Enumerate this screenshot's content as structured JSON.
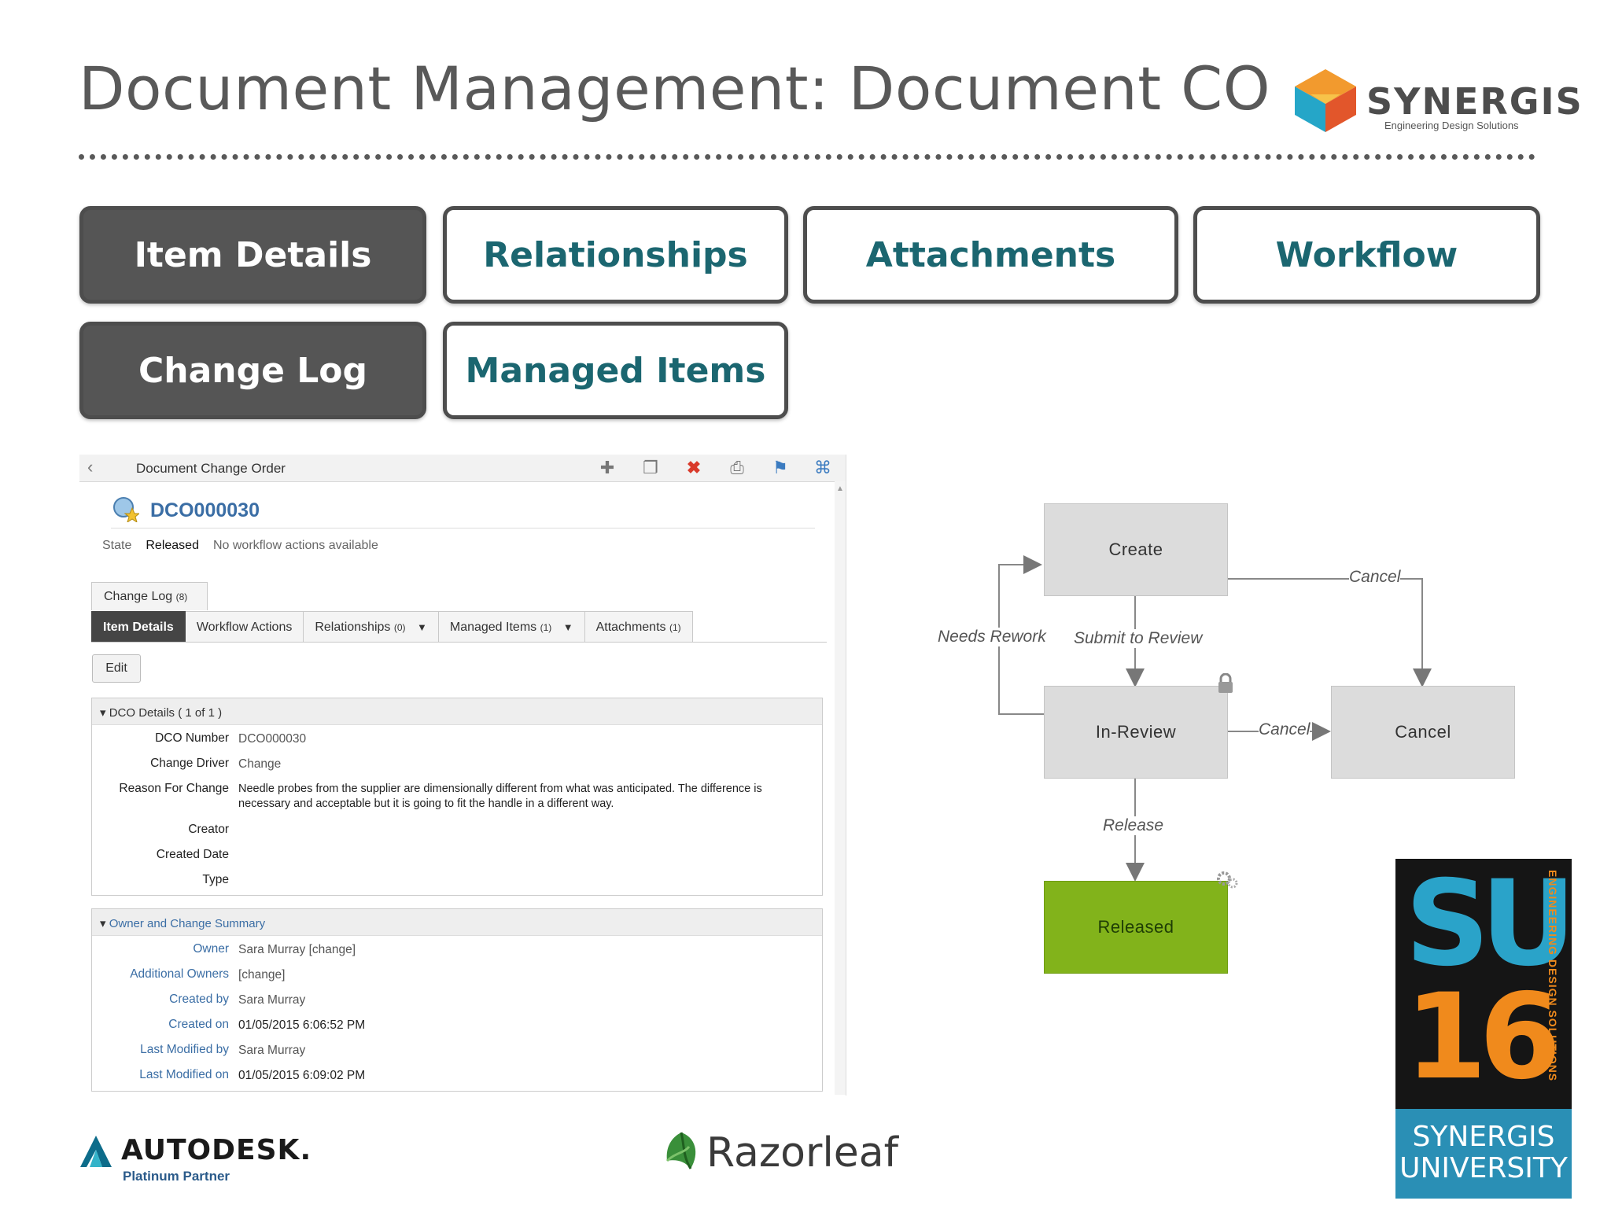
{
  "slide": {
    "title": "Document Management: Document CO",
    "brand": {
      "name": "SYNERGIS",
      "tagline": "Engineering Design Solutions"
    }
  },
  "section_buttons": [
    {
      "label": "Item Details",
      "active": true
    },
    {
      "label": "Relationships",
      "active": false
    },
    {
      "label": "Attachments",
      "active": false
    },
    {
      "label": "Workflow",
      "active": false
    },
    {
      "label": "Change Log",
      "active": true
    },
    {
      "label": "Managed Items",
      "active": false
    }
  ],
  "panel": {
    "toolbar_title": "Document Change Order",
    "toolbar_icons": [
      "add-icon",
      "copy-icon",
      "delete-icon",
      "print-icon",
      "pin-icon",
      "expand-icon"
    ],
    "item_id": "DCO000030",
    "state_label": "State",
    "state_value": "Released",
    "state_message": "No workflow actions available",
    "changelog_tab": {
      "label": "Change Log",
      "count": "(8)"
    },
    "tabs": [
      {
        "label": "Item Details",
        "count": "",
        "dropdown": false,
        "active": true
      },
      {
        "label": "Workflow Actions",
        "count": "",
        "dropdown": false,
        "active": false
      },
      {
        "label": "Relationships",
        "count": "(0)",
        "dropdown": true,
        "active": false
      },
      {
        "label": "Managed Items",
        "count": "(1)",
        "dropdown": true,
        "active": false
      },
      {
        "label": "Attachments",
        "count": "(1)",
        "dropdown": false,
        "active": false
      }
    ],
    "edit_label": "Edit",
    "dco_details": {
      "header": "DCO Details ( 1 of 1 )",
      "fields": [
        {
          "label": "DCO Number",
          "value": "DCO000030"
        },
        {
          "label": "Change Driver",
          "value": "Change"
        },
        {
          "label": "Reason For Change",
          "value": "Needle probes from the supplier are dimensionally different from what was anticipated. The difference is necessary and acceptable but it is going to fit the handle in a different way."
        },
        {
          "label": "Creator",
          "value": ""
        },
        {
          "label": "Created Date",
          "value": ""
        },
        {
          "label": "Type",
          "value": ""
        }
      ]
    },
    "owner_summary": {
      "header": "Owner and Change Summary",
      "fields": [
        {
          "label": "Owner",
          "value": "Sara Murray [change]"
        },
        {
          "label": "Additional Owners",
          "value": "[change]"
        },
        {
          "label": "Created by",
          "value": "Sara Murray"
        },
        {
          "label": "Created on",
          "value": "01/05/2015 6:06:52 PM"
        },
        {
          "label": "Last Modified by",
          "value": "Sara Murray"
        },
        {
          "label": "Last Modified on",
          "value": "01/05/2015 6:09:02 PM"
        }
      ]
    }
  },
  "workflow": {
    "states": {
      "create": "Create",
      "in_review": "In-Review",
      "cancel": "Cancel",
      "released": "Released"
    },
    "transitions": {
      "needs_rework": "Needs Rework",
      "submit": "Submit to Review",
      "cancel_top": "Cancel",
      "cancel_mid": "Cancel",
      "release": "Release"
    },
    "colors": {
      "state": "#dcdcdc",
      "released": "#82b31b",
      "edge": "#777777"
    }
  },
  "footer_logos": {
    "autodesk": {
      "name": "AUTODESK.",
      "sub": "Platinum Partner"
    },
    "razorleaf": {
      "name": "Razorleaf"
    },
    "su16": {
      "top": "SU",
      "year": "16",
      "side": "ENGINEERING DESIGN SOLUTIONS",
      "line1": "SYNERGIS",
      "line2": "UNIVERSITY"
    }
  }
}
